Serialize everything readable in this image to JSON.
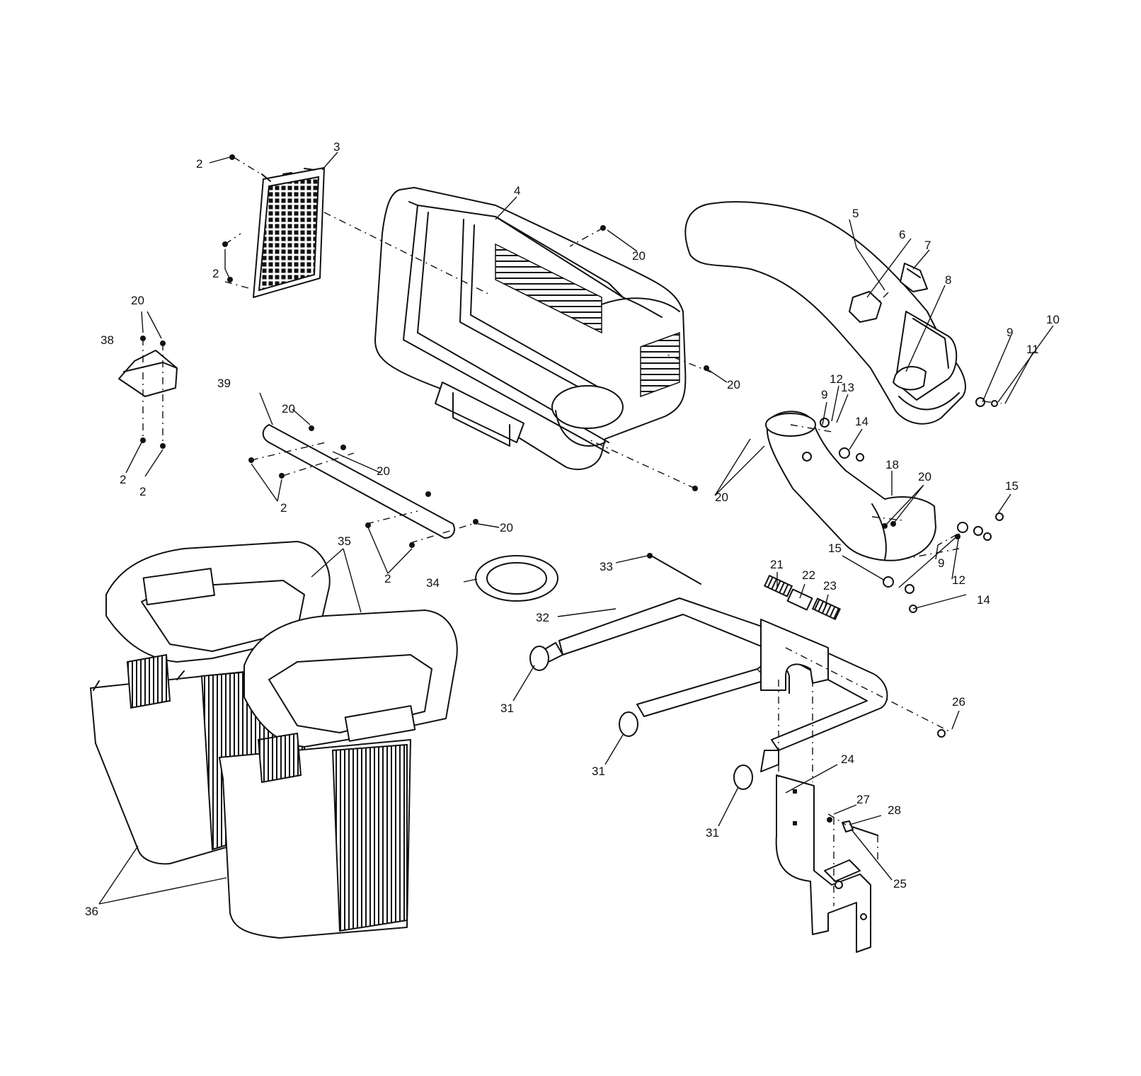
{
  "diagram": {
    "callouts": [
      {
        "id": "c-2a",
        "text": "2"
      },
      {
        "id": "c-3",
        "text": "3"
      },
      {
        "id": "c-2b",
        "text": "2"
      },
      {
        "id": "c-4",
        "text": "4"
      },
      {
        "id": "c-20a",
        "text": "20"
      },
      {
        "id": "c-5",
        "text": "5"
      },
      {
        "id": "c-6",
        "text": "6"
      },
      {
        "id": "c-7",
        "text": "7"
      },
      {
        "id": "c-8",
        "text": "8"
      },
      {
        "id": "c-10",
        "text": "10"
      },
      {
        "id": "c-9a",
        "text": "9"
      },
      {
        "id": "c-11",
        "text": "11"
      },
      {
        "id": "c-20b",
        "text": "20"
      },
      {
        "id": "c-38",
        "text": "38"
      },
      {
        "id": "c-20c",
        "text": "20"
      },
      {
        "id": "c-2c",
        "text": "2"
      },
      {
        "id": "c-2d",
        "text": "2"
      },
      {
        "id": "c-39",
        "text": "39"
      },
      {
        "id": "c-20d",
        "text": "20"
      },
      {
        "id": "c-20e",
        "text": "20"
      },
      {
        "id": "c-2e",
        "text": "2"
      },
      {
        "id": "c-20f",
        "text": "20"
      },
      {
        "id": "c-2f",
        "text": "2"
      },
      {
        "id": "c-20g",
        "text": "20"
      },
      {
        "id": "c-12a",
        "text": "12"
      },
      {
        "id": "c-13",
        "text": "13"
      },
      {
        "id": "c-9b",
        "text": "9"
      },
      {
        "id": "c-14a",
        "text": "14"
      },
      {
        "id": "c-18",
        "text": "18"
      },
      {
        "id": "c-20h",
        "text": "20"
      },
      {
        "id": "c-15a",
        "text": "15"
      },
      {
        "id": "c-15b",
        "text": "15"
      },
      {
        "id": "c-9c",
        "text": "9"
      },
      {
        "id": "c-12b",
        "text": "12"
      },
      {
        "id": "c-14b",
        "text": "14"
      },
      {
        "id": "c-35",
        "text": "35"
      },
      {
        "id": "c-34",
        "text": "34"
      },
      {
        "id": "c-33",
        "text": "33"
      },
      {
        "id": "c-21",
        "text": "21"
      },
      {
        "id": "c-22",
        "text": "22"
      },
      {
        "id": "c-23",
        "text": "23"
      },
      {
        "id": "c-32",
        "text": "32"
      },
      {
        "id": "c-31a",
        "text": "31"
      },
      {
        "id": "c-26",
        "text": "26"
      },
      {
        "id": "c-31b",
        "text": "31"
      },
      {
        "id": "c-24",
        "text": "24"
      },
      {
        "id": "c-27",
        "text": "27"
      },
      {
        "id": "c-28",
        "text": "28"
      },
      {
        "id": "c-31c",
        "text": "31"
      },
      {
        "id": "c-25",
        "text": "25"
      },
      {
        "id": "c-36",
        "text": "36"
      }
    ]
  }
}
